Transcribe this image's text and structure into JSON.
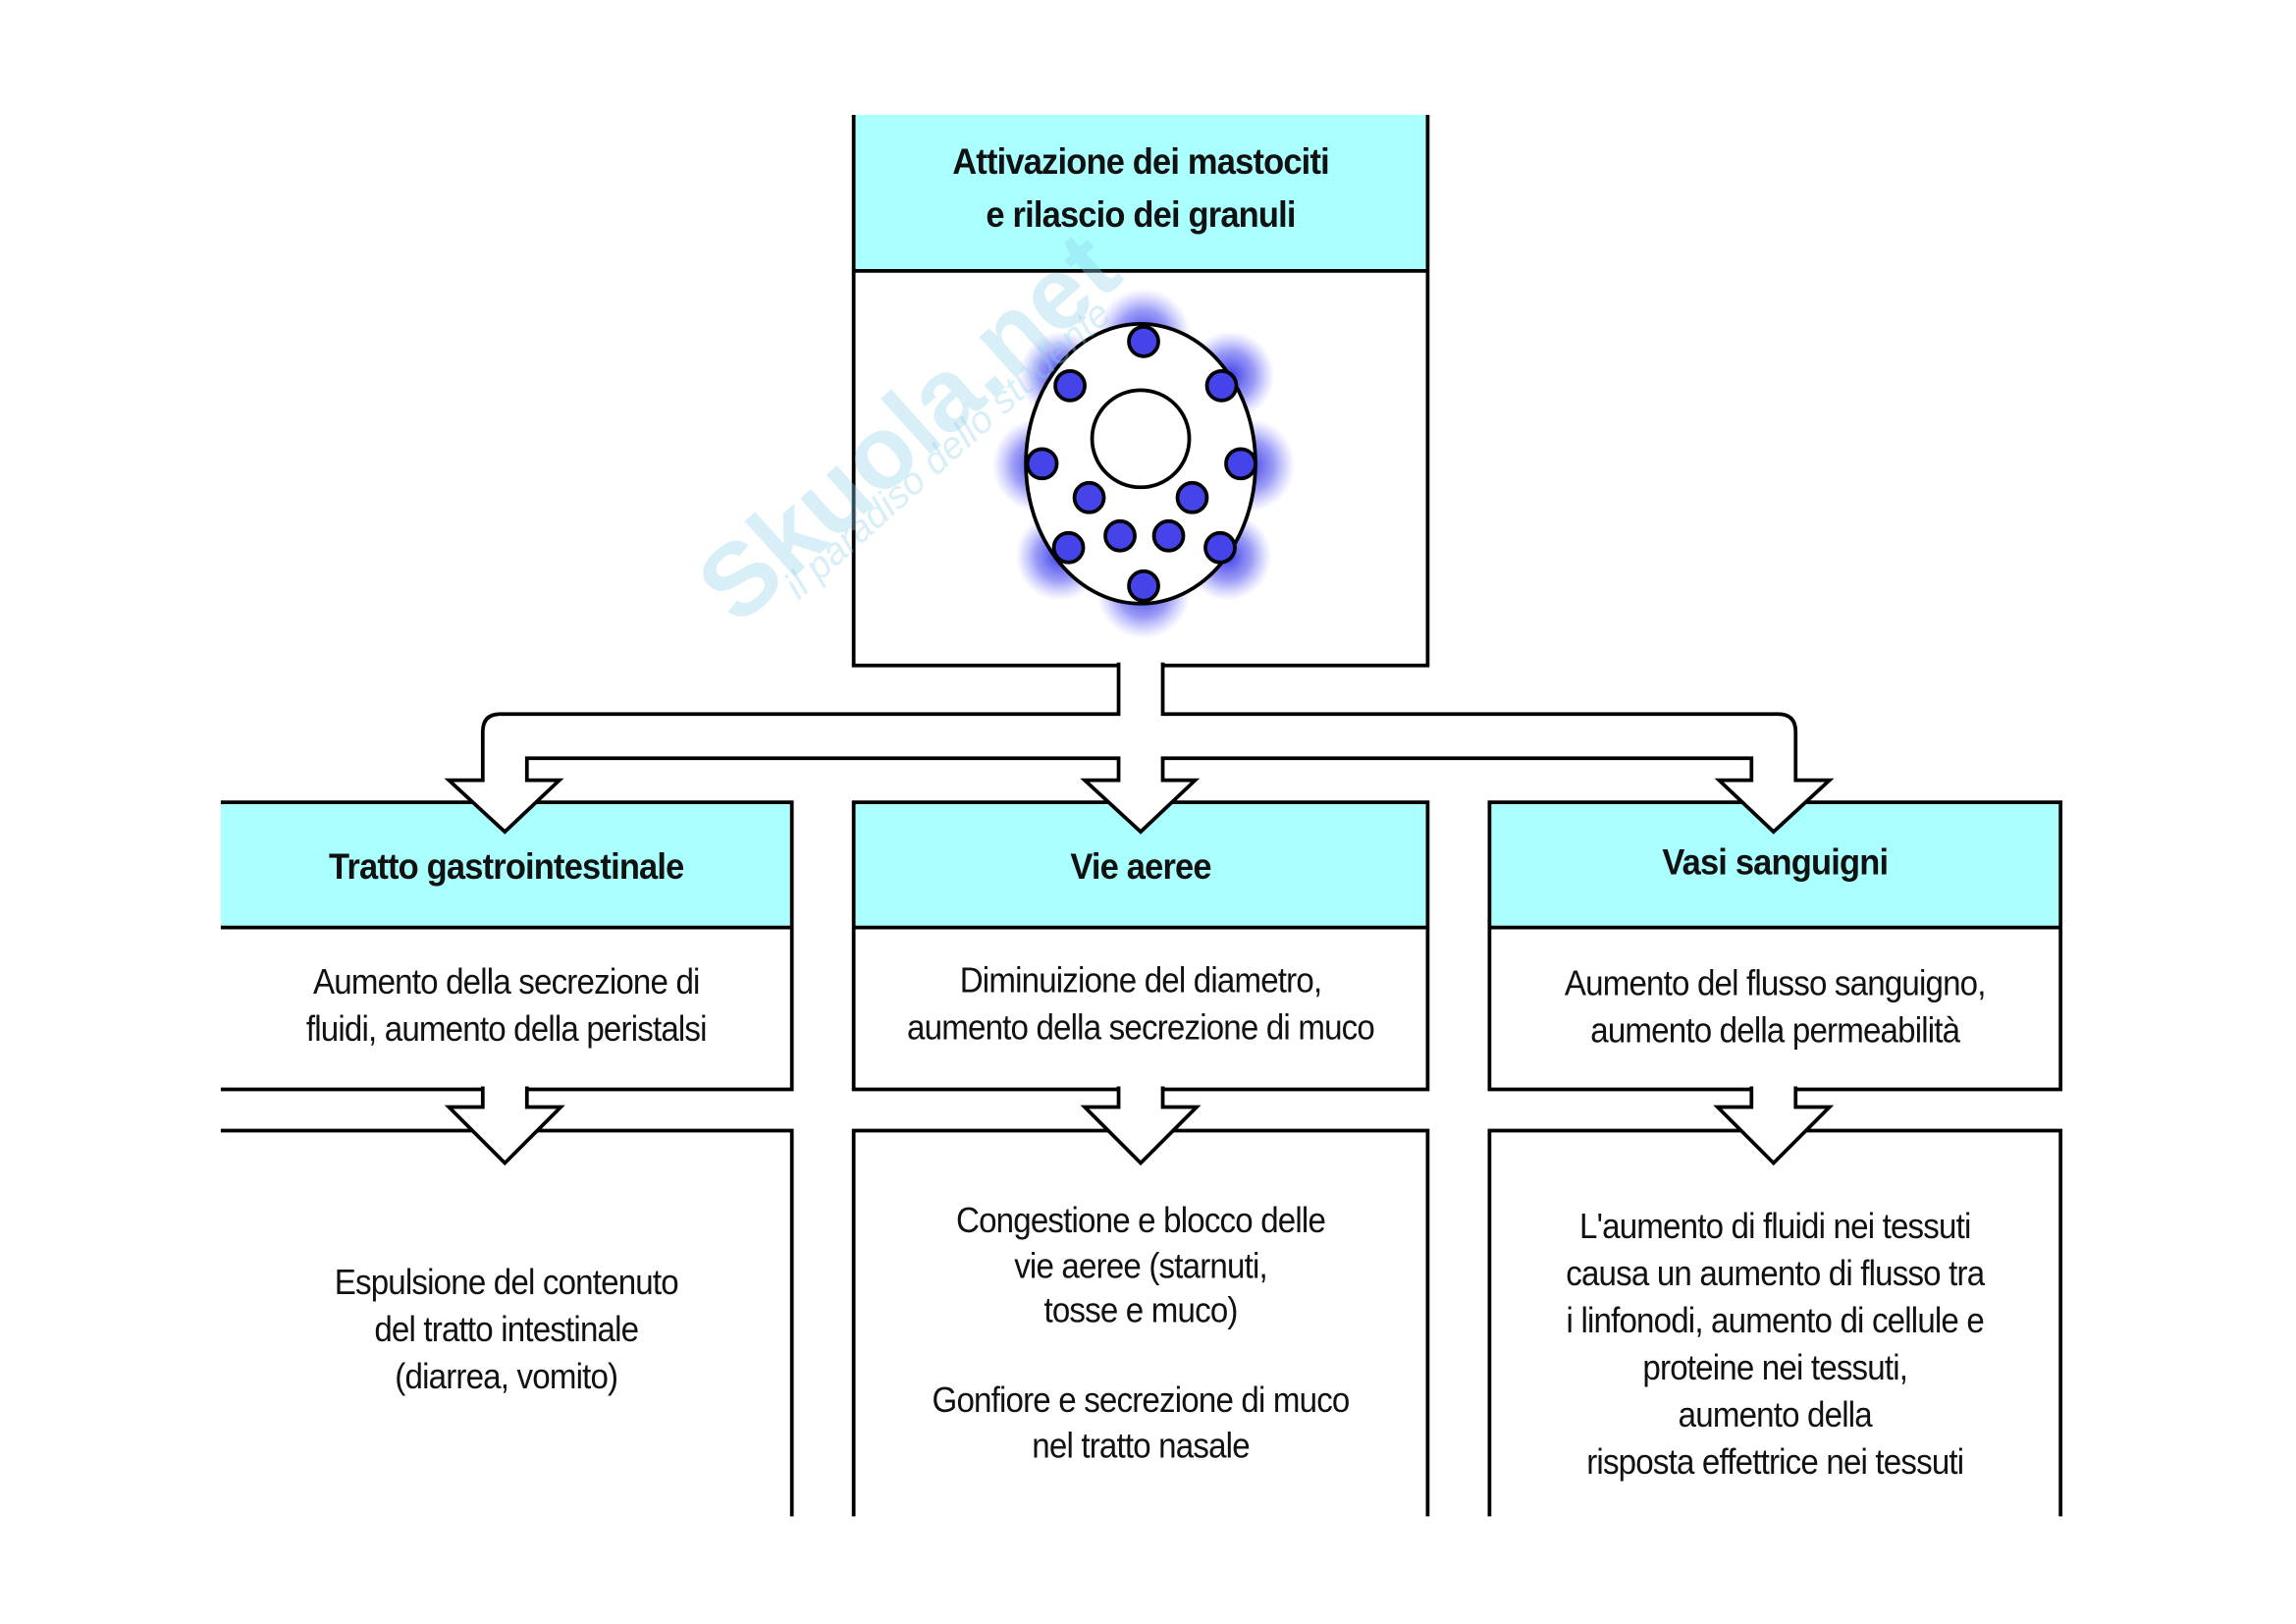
{
  "watermark": {
    "brand": "Skuola.net",
    "tagline": "il paradiso dello studente"
  },
  "colors": {
    "header_fill": "#aaffff",
    "granule": "#4040e0",
    "line": "#000000"
  },
  "top": {
    "title": "Attivazione dei mastociti\ne rilascio dei granuli",
    "icon": "mast-cell-degranulation"
  },
  "columns": [
    {
      "title": "Tratto gastrointestinale",
      "effect": "Aumento della secrezione di\nfluidi, aumento della peristalsi",
      "outcome": "Espulsione del contenuto\ndel tratto intestinale\n(diarrea, vomito)"
    },
    {
      "title": "Vie aeree",
      "effect": "Diminuizione del diametro,\naumento della secrezione di muco",
      "outcome": "Congestione e blocco delle\nvie aeree (starnuti,\ntosse e muco)\n\nGonfiore e secrezione di muco\nnel tratto nasale"
    },
    {
      "title": "Vasi sanguigni",
      "effect": "Aumento del flusso sanguigno,\naumento della permeabilità",
      "outcome": "L'aumento di fluidi nei tessuti\ncausa un aumento di flusso tra\ni linfonodi, aumento di cellule e\nproteine nei tessuti,\naumento della\nrisposta effettrice nei tessuti"
    }
  ]
}
